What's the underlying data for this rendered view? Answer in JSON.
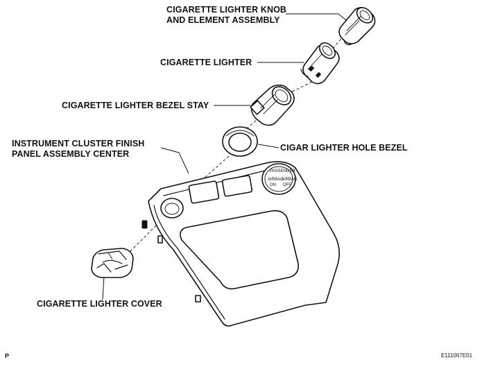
{
  "labels": {
    "knob_line1": "CIGARETTE LIGHTER KNOB",
    "knob_line2": "AND ELEMENT ASSEMBLY",
    "lighter": "CIGARETTE LIGHTER",
    "bezel_stay": "CIGARETTE LIGHTER BEZEL STAY",
    "cluster_line1": "INSTRUMENT CLUSTER FINISH",
    "cluster_line2": "PANEL ASSEMBLY CENTER",
    "hole_bezel": "CIGAR LIGHTER HOLE BEZEL",
    "cover": "CIGARETTE LIGHTER COVER"
  },
  "panel_text": {
    "passenger": "PASSENGER",
    "airbag": "AIRBAG",
    "on": "ON",
    "off": "OFF"
  },
  "footer": {
    "left_mark": "P",
    "figure_id": "E111067E01"
  }
}
